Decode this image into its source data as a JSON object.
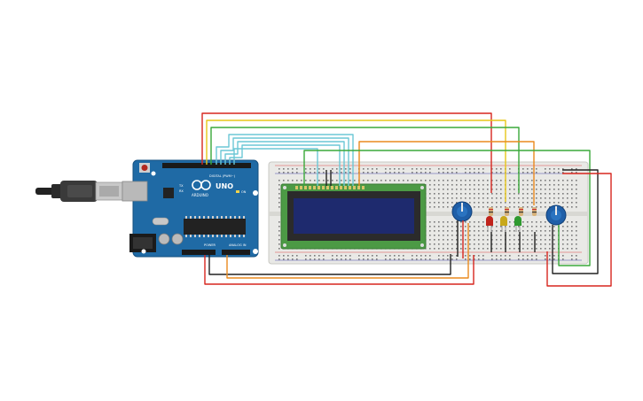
{
  "arduino": {
    "brand_text": "UNO",
    "digital_label": "DIGITAL (PWM~)",
    "power_label": "POWER",
    "analog_label": "ANALOG IN",
    "logo_text": "ARDUINO",
    "on_label": "ON",
    "tx_label": "TX",
    "rx_label": "RX"
  },
  "colors": {
    "red_wire": "#d7261e",
    "yellow_wire": "#e6c619",
    "green_wire": "#3aa83a",
    "orange_wire": "#ea8a1e",
    "blue_wire": "#6cc7d6",
    "black_wire": "#222222",
    "board_blue": "#1f6aa5",
    "breadboard": "#e9e9e6",
    "lcd_green": "#4c9a45",
    "lcd_screen": "#1e2a6e",
    "pot_blue": "#1f5fa8"
  },
  "icons": {
    "usb": "usb-cable-icon",
    "power_jack": "power-jack-icon",
    "reset": "reset-button-icon"
  }
}
